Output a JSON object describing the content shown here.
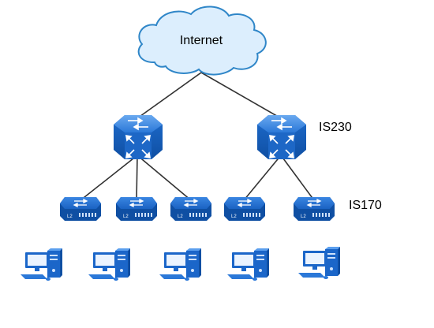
{
  "cloud": {
    "label": "Internet",
    "fill": "#dceefd",
    "stroke": "#2f86c8"
  },
  "labels": {
    "core_switch_model": "IS230",
    "access_switch_model": "IS170"
  },
  "core_switches": [
    {
      "icon": "l3-switch-icon"
    },
    {
      "icon": "l3-switch-icon"
    }
  ],
  "access_switches": [
    {
      "badge": "L2",
      "icon": "l2-switch-icon"
    },
    {
      "badge": "L2",
      "icon": "l2-switch-icon"
    },
    {
      "badge": "L2",
      "icon": "l2-switch-icon"
    },
    {
      "badge": "L2",
      "icon": "l2-switch-icon"
    },
    {
      "badge": "L2",
      "icon": "l2-switch-icon"
    }
  ],
  "workstations": [
    {
      "icon": "computer-icon"
    },
    {
      "icon": "computer-icon"
    },
    {
      "icon": "computer-icon"
    },
    {
      "icon": "computer-icon"
    },
    {
      "icon": "computer-icon"
    }
  ],
  "colors": {
    "device_blue": "#1b66c9",
    "device_light": "#4d94e8",
    "device_dark": "#0f4fa3",
    "link": "#333333"
  }
}
